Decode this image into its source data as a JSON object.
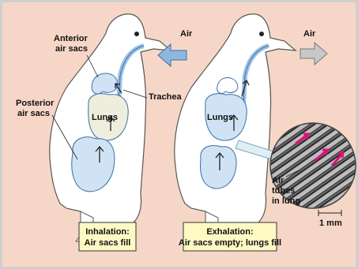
{
  "labels": {
    "anterior_line1": "Anterior",
    "anterior_line2": "air sacs",
    "posterior_line1": "Posterior",
    "posterior_line2": "air sacs",
    "trachea": "Trachea",
    "lungs_left": "Lungs",
    "lungs_right": "Lungs",
    "air_in": "Air",
    "air_out": "Air",
    "air_tubes_line1": "Air",
    "air_tubes_line2": "tubes",
    "air_tubes_line3": "in lung",
    "scale": "1 mm"
  },
  "captions": {
    "inhalation_title": "Inhalation:",
    "inhalation_text": "Air sacs fill",
    "exhalation_title": "Exhalation:",
    "exhalation_text": "Air sacs empty; lungs fill"
  },
  "colors": {
    "background": "#f6d7c7",
    "bird_body": "#ffffff",
    "air_sac": "#cfe3f4",
    "lungs": "#eeeedd",
    "caption_box": "#fff9c4",
    "micrograph_arrow": "#e0107a"
  }
}
